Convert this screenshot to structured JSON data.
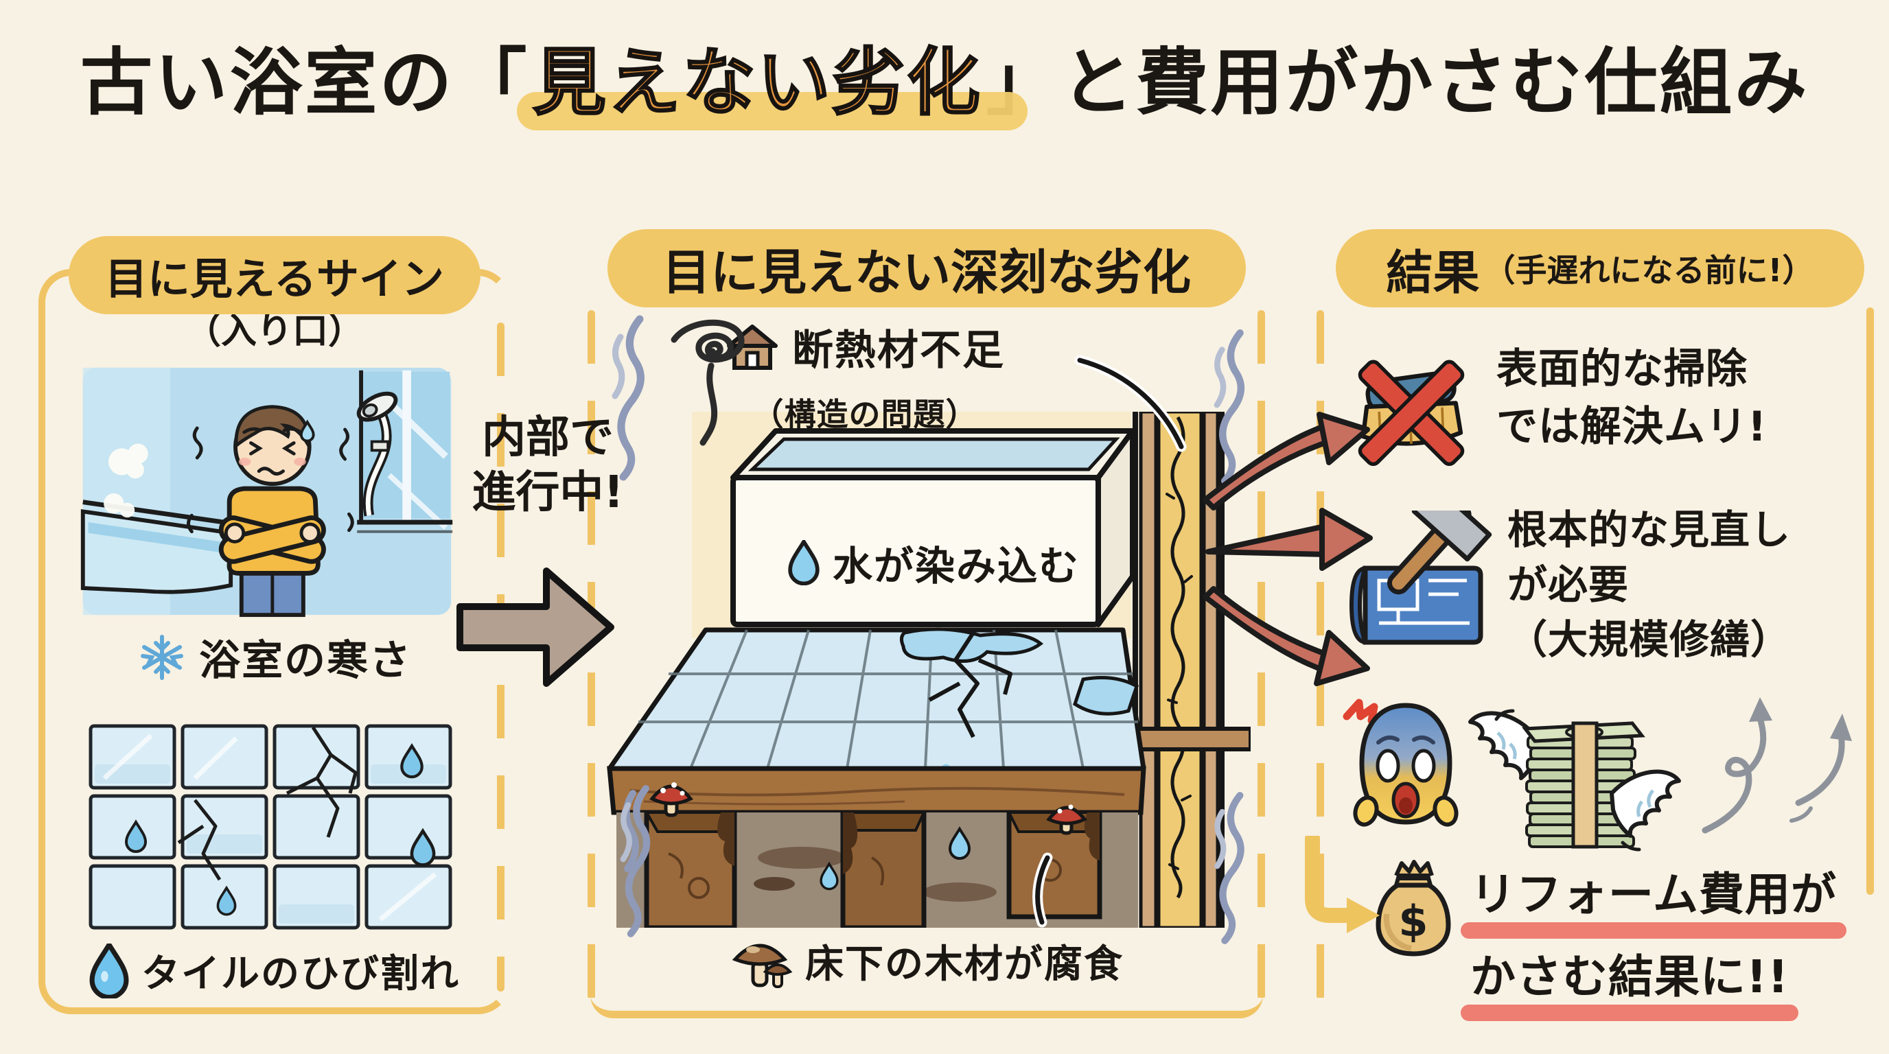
{
  "title": {
    "prefix": "古い浴室の",
    "bracket_open": "「",
    "highlight": "見えない劣化",
    "bracket_close": "」",
    "suffix": "と費用がかさむ仕組み"
  },
  "left_panel": {
    "header": "目に見えるサイン",
    "subtitle": "（入り口）",
    "sign_cold": "浴室の寒さ",
    "sign_cracks": "タイルのひび割れ"
  },
  "connector": {
    "line1": "内部で",
    "line2": "進行中!"
  },
  "middle_panel": {
    "header": "目に見えない深刻な劣化",
    "insulation": "断熱材不足",
    "insulation_note": "（構造の問題）",
    "tub": "水が染み込む",
    "floor": "床下の木材が腐食"
  },
  "right_panel": {
    "header": "結果",
    "header_note": "（手遅れになる前に!）",
    "result1_line1": "表面的な掃除",
    "result1_line2": "では解決ムリ!",
    "result2_line1": "根本的な見直し",
    "result2_line2": "が必要",
    "result2_line3": "（大規模修繕）",
    "result3_line1": "リフォーム費用が",
    "result3_line2": "かさむ結果に!!",
    "money_symbol": "$"
  },
  "icons": {
    "snowflake": "snowflake-icon",
    "water_drop": "water-drop-icon",
    "house": "house-icon",
    "mushroom": "mushroom-icon",
    "brush_x": "brush-x-icon",
    "blueprint_hammer": "blueprint-hammer-icon",
    "scream_emoji": "scream-emoji-icon",
    "winged_money": "winged-money-icon",
    "money_bag": "money-bag-icon",
    "block_arrow": "right-block-arrow-icon",
    "result_arrows": "red-result-arrows"
  },
  "colors": {
    "background": "#f8f2e4",
    "panel_border": "#f0c465",
    "pill": "#f1c868",
    "title_highlight_text": "#e6953e",
    "highlight_swoosh": "#f3cd6e",
    "arrow_red": "#c7705f",
    "underline_red": "#ee7d72",
    "cross_red": "#da4b3c",
    "bath_blue": "#b9ddee",
    "wood_brown": "#9a6a3c",
    "insulation_yellow": "#eecb74"
  }
}
